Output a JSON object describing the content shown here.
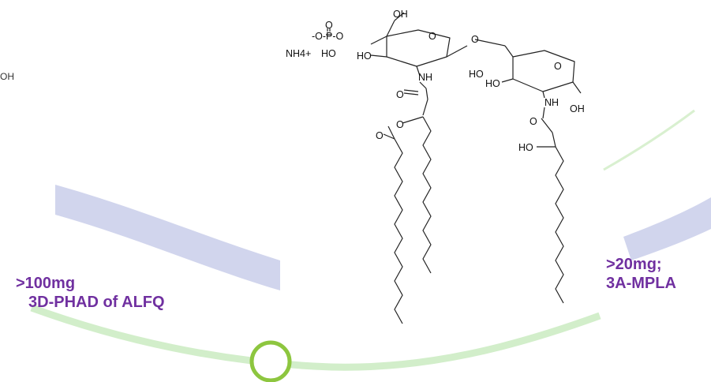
{
  "left_label": {
    "line1": ">100mg",
    "line2": "3D-PHAD of ALFQ"
  },
  "right_label": {
    "line1": ">20mg;",
    "line2": "3A-MPLA"
  },
  "edge_fragment_text": "OH",
  "molecule": {
    "atom_labels": {
      "oh_top": "OH",
      "phosphate_o_dbl": "O",
      "phosphate_p": "-O-P-O",
      "counter_ion": "NH4+",
      "phosphate_ho": "HO",
      "ring1_o": "O",
      "ring1_ho": "HO",
      "nh1": "NH",
      "linker_o": "O",
      "ring2_o": "O",
      "ring2_ho_a": "HO",
      "ring2_ho_b": "HO",
      "nh2": "NH",
      "oh_anomeric": "OH",
      "amide1_o": "O",
      "ester_o": "O",
      "ester_co": "O",
      "amide2_o": "O",
      "ho_chain": "HO"
    }
  },
  "colors": {
    "label": "#7030a0",
    "swoosh_blue": "#ccd0eb",
    "swoosh_green": "#cdecc4",
    "ring_green": "#8dc63f"
  }
}
